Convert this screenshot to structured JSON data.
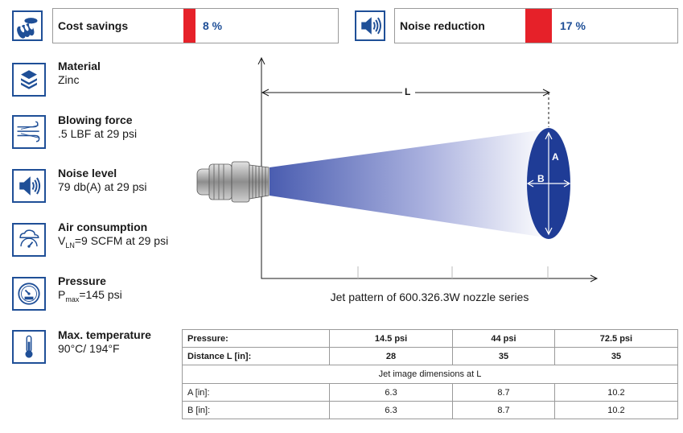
{
  "metrics": {
    "cost": {
      "label": "Cost savings",
      "value": "8 %"
    },
    "noise": {
      "label": "Noise reduction",
      "value": "17 %"
    }
  },
  "specs": [
    {
      "title": "Material",
      "value": "Zinc",
      "icon": "layers-icon"
    },
    {
      "title": "Blowing force",
      "value": ".5 LBF at 29 psi",
      "icon": "wind-icon"
    },
    {
      "title": "Noise level",
      "value": "79 db(A) at 29 psi",
      "icon": "speaker-icon"
    },
    {
      "title": "Air consumption",
      "value_prefix": "V",
      "value_sub": "LN",
      "value_rest": "=9 SCFM at 29 psi",
      "icon": "cloud-gauge-icon"
    },
    {
      "title": "Pressure",
      "value_prefix": "P",
      "value_sub": "max",
      "value_rest": "=145 psi",
      "icon": "pressure-gauge-icon"
    },
    {
      "title": "Max. temperature",
      "value": "90°C/ 194°F",
      "icon": "thermometer-icon"
    }
  ],
  "diagram": {
    "distance_label": "L",
    "height_label": "A",
    "width_label": "B",
    "caption": "Jet pattern of 600.326.3W nozzle series"
  },
  "table": {
    "header": [
      "Pressure:",
      "14.5 psi",
      "44 psi",
      "72.5 psi"
    ],
    "distance": [
      "Distance L [in]:",
      "28",
      "35",
      "35"
    ],
    "subheading": "Jet image dimensions at L",
    "rowA": [
      "A [in]:",
      "6.3",
      "8.7",
      "10.2"
    ],
    "rowB": [
      "B [in]:",
      "6.3",
      "8.7",
      "10.2"
    ]
  },
  "colors": {
    "brand_blue": "#1f4f97",
    "accent_red": "#e62129",
    "jet_blue": "#1f3c96"
  }
}
